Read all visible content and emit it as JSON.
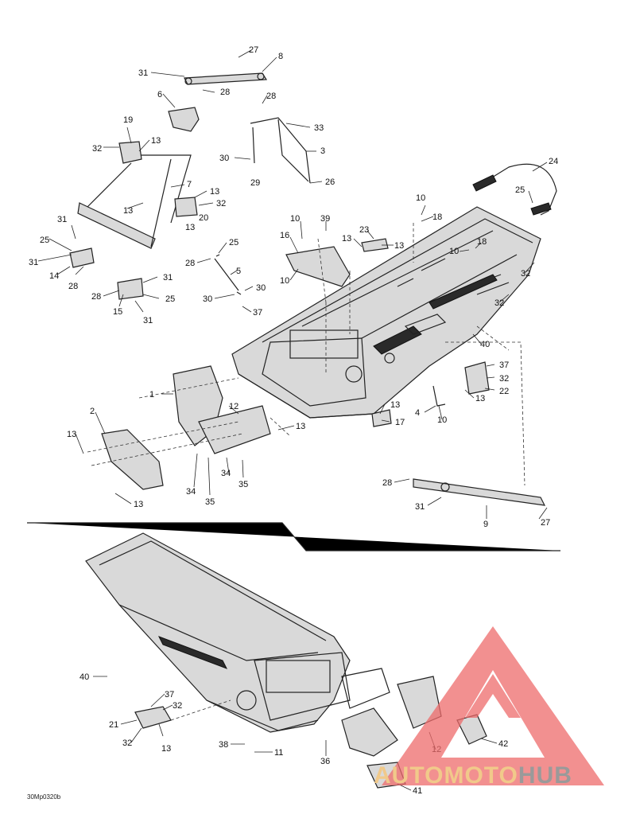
{
  "diagram": {
    "reference_code": "30Mp0320b",
    "watermark": {
      "word1": "AUTOMOTO",
      "word2": "HUB",
      "color1": "#f1c98a",
      "color2": "#9a9a9a",
      "triangle_color": "#ee6b6b"
    },
    "callouts": [
      "1",
      "2",
      "3",
      "4",
      "5",
      "6",
      "7",
      "8",
      "9",
      "10",
      "11",
      "12",
      "13",
      "14",
      "15",
      "16",
      "17",
      "18",
      "19",
      "20",
      "21",
      "22",
      "23",
      "24",
      "25",
      "26",
      "27",
      "28",
      "29",
      "30",
      "31",
      "32",
      "33",
      "34",
      "35",
      "36",
      "37",
      "38",
      "39",
      "40",
      "41",
      "42"
    ]
  }
}
